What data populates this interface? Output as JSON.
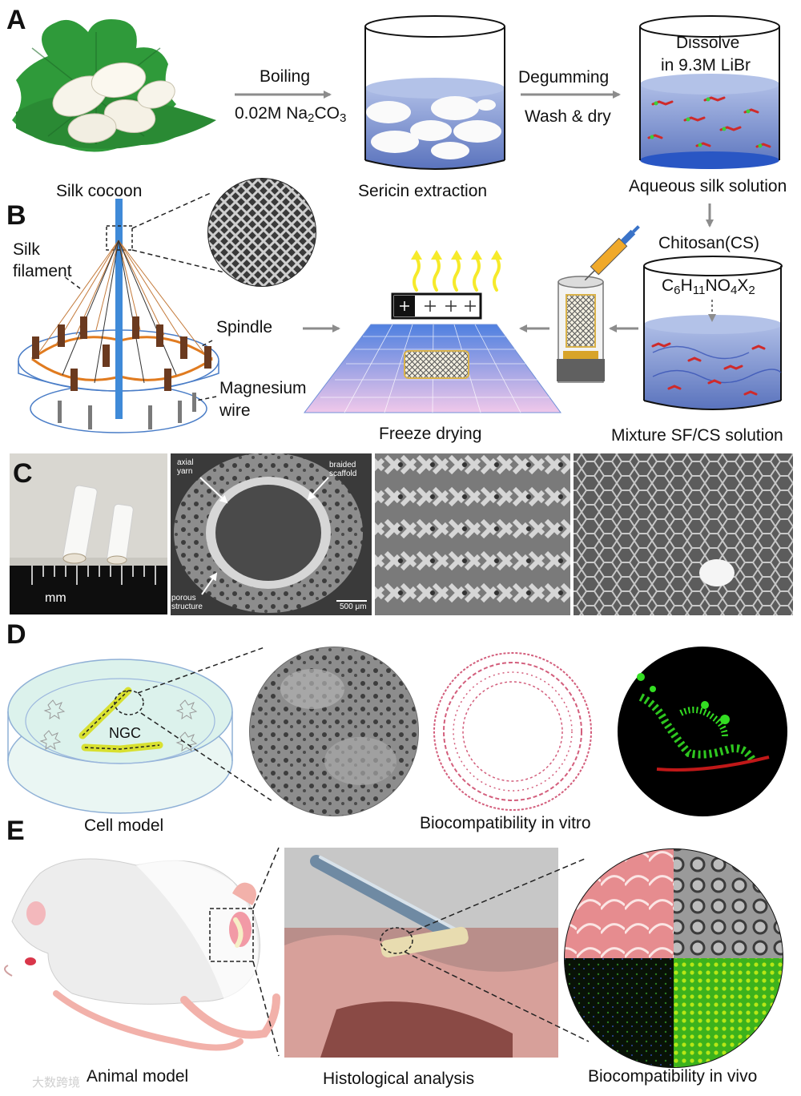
{
  "panels": [
    "A",
    "B",
    "C",
    "D",
    "E"
  ],
  "labels": {
    "silk_cocoon": "Silk cocoon",
    "boiling": "Boiling",
    "na2co3_prefix": "0.02M Na",
    "na2co3_sub1": "2",
    "na2co3_mid": "CO",
    "na2co3_sub2": "3",
    "degumming": "Degumming",
    "wash_dry": "Wash & dry",
    "sericin_extraction": "Sericin extraction",
    "dissolve_line1": "Dissolve",
    "dissolve_line2": "in 9.3M LiBr",
    "aqueous_silk_solution": "Aqueous silk solution",
    "silk_filament_line1": "Silk",
    "silk_filament_line2": "filament",
    "spindle": "Spindle",
    "magnesium_line1": "Magnesium",
    "magnesium_line2": "wire",
    "chitosan": "Chitosan(CS)",
    "formula_c": "C",
    "formula_c_sub": "6",
    "formula_h": "H",
    "formula_h_sub": "11",
    "formula_no": "NO",
    "formula_no_sub": "4",
    "formula_x": "X",
    "formula_x_sub": "2",
    "freeze_drying": "Freeze drying",
    "mixture": "Mixture SF/CS solution",
    "axial_yarn": "axial\nyarn",
    "braided_scaffold": "braided\nscaffold",
    "porous_structure": "porous\nstructure",
    "scale_500": "500 μm",
    "ruler_mm": "mm",
    "ngc": "NGC",
    "cell_model": "Cell model",
    "biocompat_vitro": "Biocompatibility in vitro",
    "animal_model": "Animal model",
    "histological_analysis": "Histological analysis",
    "biocompat_vivo": "Biocompatibility in vivo",
    "watermark": "大数跨境"
  },
  "colors": {
    "liquid_blue": "#6f86c9",
    "arrow_gray": "#8c8c8c",
    "ngc_yellow": "#e8e84a",
    "petri_green": "#dff3ec",
    "mouse_body": "#efefef",
    "gfp_green": "#33dd22",
    "he_pink": "#e07c80"
  }
}
